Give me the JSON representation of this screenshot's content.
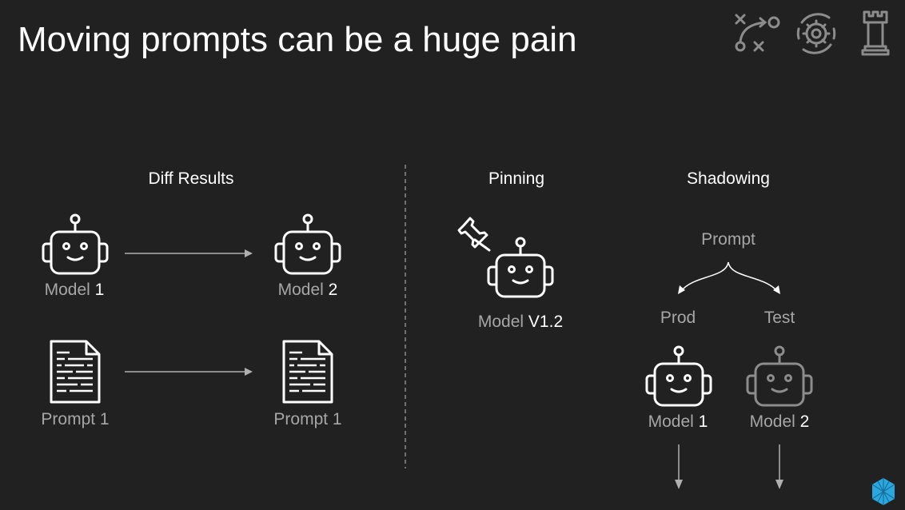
{
  "title": "Moving prompts can be a huge pain",
  "top_icons": [
    "strategy-play-icon",
    "gear-cycle-icon",
    "chess-rook-icon"
  ],
  "colors": {
    "background": "#212121",
    "primary": "#ffffff",
    "muted": "#a6a6a6",
    "dim_icon": "#8c8c8c",
    "logo": "#29a8e0"
  },
  "diff": {
    "heading": "Diff Results",
    "model_a": {
      "prefix": "Model",
      "value": "1"
    },
    "model_b": {
      "prefix": "Model",
      "value": "2"
    },
    "prompt_a": "Prompt 1",
    "prompt_b": "Prompt 1"
  },
  "pinning": {
    "heading": "Pinning",
    "model": {
      "prefix": "Model",
      "value": "V1.2"
    }
  },
  "shadowing": {
    "heading": "Shadowing",
    "prompt": "Prompt",
    "prod": "Prod",
    "test": "Test",
    "model_prod": {
      "prefix": "Model",
      "value": "1"
    },
    "model_test": {
      "prefix": "Model",
      "value": "2"
    }
  }
}
